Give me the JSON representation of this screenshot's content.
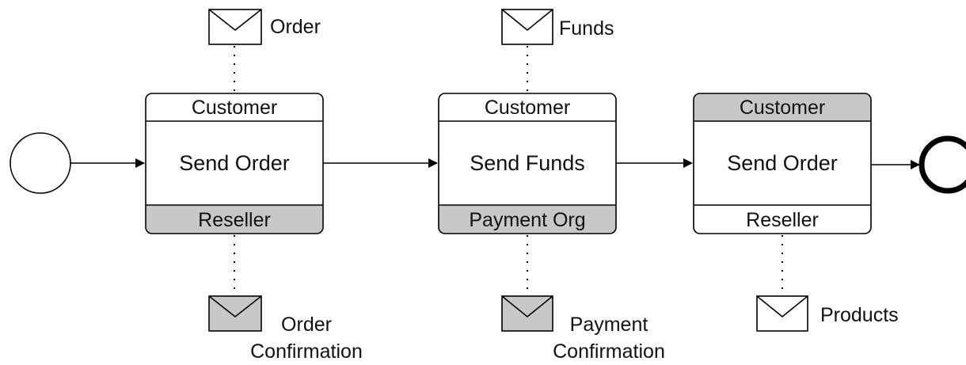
{
  "diagram": {
    "type": "bpmn-choreography",
    "start_event": {
      "shape": "circle",
      "style": "thin"
    },
    "end_event": {
      "shape": "circle",
      "style": "thick"
    },
    "band_colors": {
      "initiating": "#ffffff",
      "receiving": "#c8c8c8"
    },
    "tasks": [
      {
        "name": "Send Order",
        "top_band": {
          "label": "Customer",
          "shaded": false
        },
        "bottom_band": {
          "label": "Reseller",
          "shaded": true
        },
        "top_message": {
          "lines": [
            "Order"
          ],
          "shaded": false
        },
        "bottom_message": {
          "lines": [
            "Order",
            "Confirmation"
          ],
          "shaded": true
        }
      },
      {
        "name": "Send Funds",
        "top_band": {
          "label": "Customer",
          "shaded": false
        },
        "bottom_band": {
          "label": "Payment Org",
          "shaded": true
        },
        "top_message": {
          "lines": [
            "Funds"
          ],
          "shaded": false
        },
        "bottom_message": {
          "lines": [
            "Payment",
            "Confirmation"
          ],
          "shaded": true
        }
      },
      {
        "name": "Send Order",
        "top_band": {
          "label": "Customer",
          "shaded": true
        },
        "bottom_band": {
          "label": "Reseller",
          "shaded": false
        },
        "top_message": null,
        "bottom_message": {
          "lines": [
            "Products"
          ],
          "shaded": false
        }
      }
    ]
  }
}
